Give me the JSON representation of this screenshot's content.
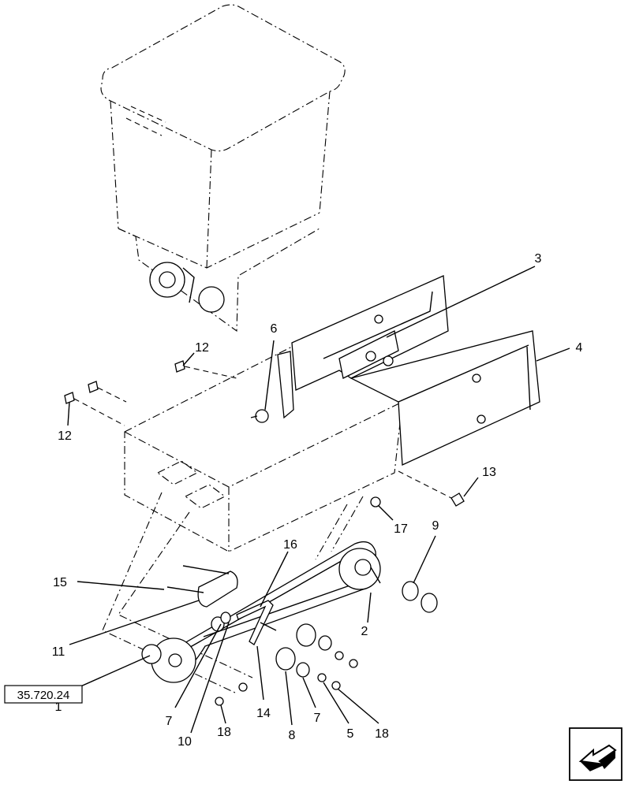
{
  "callouts": [
    "1",
    "2",
    "3",
    "4",
    "5",
    "6",
    "7",
    "7",
    "8",
    "9",
    "10",
    "11",
    "12",
    "12",
    "13",
    "14",
    "15",
    "16",
    "17",
    "18",
    "18"
  ],
  "reference_box": {
    "label": "35.720.24"
  },
  "nav_icon": "next-page-arrow-icon"
}
